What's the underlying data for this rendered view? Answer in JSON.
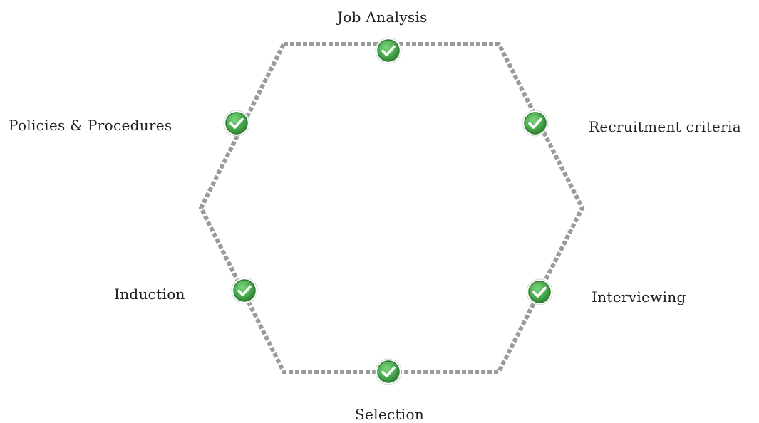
{
  "diagram": {
    "nodes": [
      {
        "id": "job-analysis",
        "label": "Job Analysis",
        "status": "complete",
        "icon": "check-circle-icon"
      },
      {
        "id": "recruitment-criteria",
        "label": "Recruitment criteria",
        "status": "complete",
        "icon": "check-circle-icon"
      },
      {
        "id": "interviewing",
        "label": "Interviewing",
        "status": "complete",
        "icon": "check-circle-icon"
      },
      {
        "id": "selection",
        "label": "Selection",
        "status": "complete",
        "icon": "check-circle-icon"
      },
      {
        "id": "induction",
        "label": "Induction",
        "status": "complete",
        "icon": "check-circle-icon"
      },
      {
        "id": "policies-procedures",
        "label": "Policies & Procedures",
        "status": "complete",
        "icon": "check-circle-icon"
      }
    ],
    "colors": {
      "outline": "#9a9a9a",
      "check_fill": "#4caf50",
      "check_dark": "#2e7d32",
      "check_mark": "#ffffff",
      "text": "#222222"
    }
  }
}
